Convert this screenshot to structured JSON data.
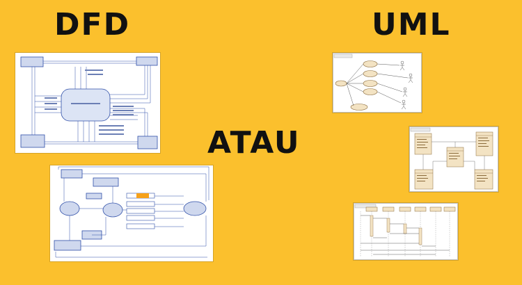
{
  "headings": {
    "dfd": "DFD",
    "uml": "UML",
    "atau": "ATAU"
  },
  "colors": {
    "background": "#fbc02d",
    "heading_text": "#111111",
    "diagram_box_fill": "#cfd8ee",
    "diagram_line": "#2f4fa8",
    "uml_fill": "#f3e3c3",
    "uml_line": "#8a6a3a"
  },
  "thumbnails": [
    {
      "name": "dfd-context-diagram",
      "kind": "data flow diagram"
    },
    {
      "name": "dfd-level-1-diagram",
      "kind": "data flow diagram"
    },
    {
      "name": "uml-use-case-diagram",
      "kind": "uml diagram"
    },
    {
      "name": "uml-class-diagram",
      "kind": "uml diagram"
    },
    {
      "name": "uml-sequence-diagram",
      "kind": "uml diagram"
    }
  ]
}
